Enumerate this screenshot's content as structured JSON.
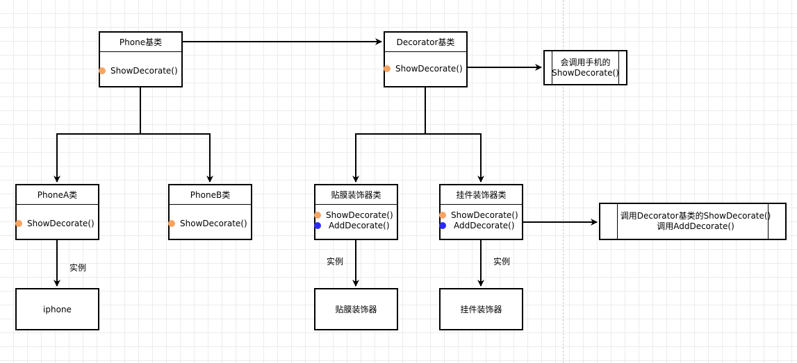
{
  "nodes": {
    "phone_base": {
      "title": "Phone基类",
      "methods": [
        "ShowDecorate()"
      ]
    },
    "decorator_base": {
      "title": "Decorator基类",
      "methods": [
        "ShowDecorate()"
      ]
    },
    "phone_a": {
      "title": "PhoneA类",
      "methods": [
        "ShowDecorate()"
      ]
    },
    "phone_b": {
      "title": "PhoneB类",
      "methods": [
        "ShowDecorate()"
      ]
    },
    "film_decorator": {
      "title": "贴膜装饰器类",
      "methods": [
        "ShowDecorate()",
        "AddDecorate()"
      ]
    },
    "pendant_decorator": {
      "title": "挂件装饰器类",
      "methods": [
        "ShowDecorate()",
        "AddDecorate()"
      ]
    },
    "iphone": {
      "label": "iphone"
    },
    "film_instance": {
      "label": "贴膜装饰器"
    },
    "pendant_instance": {
      "label": "挂件装饰器"
    },
    "note_phone_call": {
      "lines": [
        "会调用手机的",
        "ShowDecorate()"
      ]
    },
    "note_pendant_call": {
      "lines": [
        "调用Decorator基类的ShowDecorate()",
        "调用AddDecorate()"
      ]
    }
  },
  "edge_labels": {
    "instance": "实例"
  },
  "colors": {
    "orange_dot": "#f5a463",
    "blue_dot": "#2b2bff",
    "grid": "#ececec"
  }
}
